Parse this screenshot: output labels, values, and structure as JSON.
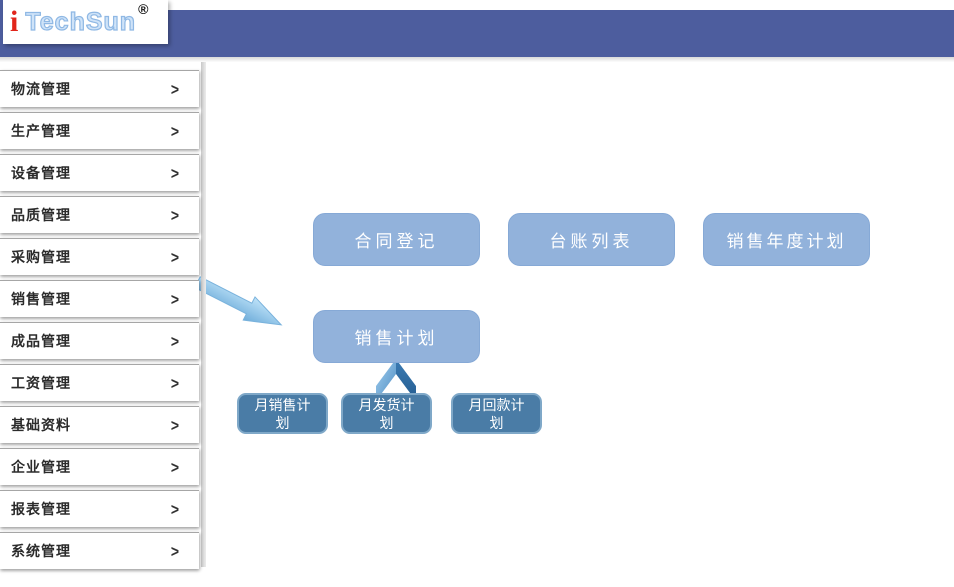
{
  "header": {
    "logo_i": "i",
    "logo_brand": "TechSun",
    "logo_reg": "®"
  },
  "sidebar": {
    "chevron": ">",
    "items": [
      {
        "label": "物流管理"
      },
      {
        "label": "生产管理"
      },
      {
        "label": "设备管理"
      },
      {
        "label": "品质管理"
      },
      {
        "label": "采购管理"
      },
      {
        "label": "销售管理"
      },
      {
        "label": "成品管理"
      },
      {
        "label": "工资管理"
      },
      {
        "label": "基础资料"
      },
      {
        "label": "企业管理"
      },
      {
        "label": "报表管理"
      },
      {
        "label": "系统管理"
      }
    ]
  },
  "flow": {
    "top_buttons": [
      {
        "label": "合同登记"
      },
      {
        "label": "台账列表"
      },
      {
        "label": "销售年度计划"
      }
    ],
    "mid_button": {
      "label": "销售计划"
    },
    "bottom_buttons": [
      {
        "label": "月销售计划"
      },
      {
        "label": "月发货计划"
      },
      {
        "label": "月回款计划"
      }
    ]
  },
  "colors": {
    "header_bar": "#4D5D9E",
    "button_light": "#92B2DB",
    "button_light_border": "#86A9D6",
    "button_dark": "#4A7CA6",
    "button_dark_border": "#7FA8C8",
    "arrow_light_blue": "#74AFDD",
    "chevron_arrow_left": "#6FA3D4",
    "chevron_arrow_right": "#2A6CA8",
    "logo_red": "#E1251B",
    "logo_outline_blue": "#8FB8E4"
  }
}
